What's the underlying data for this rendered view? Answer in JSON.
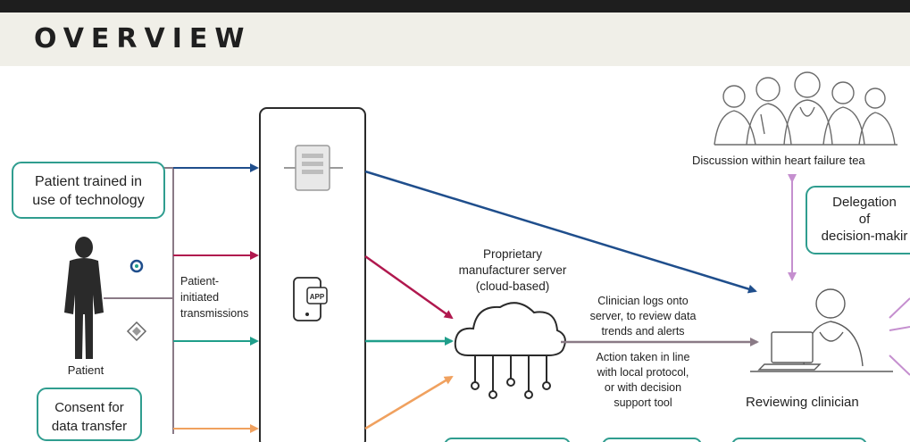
{
  "header": {
    "title": "OVERVIEW"
  },
  "diagram": {
    "patient_trained": [
      "Patient trained in",
      "use of technology"
    ],
    "patient": "Patient",
    "consent": [
      "Consent for",
      "data transfer"
    ],
    "patient_initiated": [
      "Patient-",
      "initiated",
      "transmissions"
    ],
    "server_label": [
      "Proprietary",
      "manufacturer server",
      "(cloud-based)"
    ],
    "clinician_logs": [
      "Clinician logs onto",
      "server, to review data",
      "trends and alerts"
    ],
    "action_taken": [
      "Action taken in line",
      "with local protocol,",
      "or with decision",
      "support tool"
    ],
    "discussion": "Discussion within heart failure tea",
    "delegation": [
      "Delegation",
      "of",
      "decision-makir"
    ],
    "reviewing": "Reviewing clinician",
    "app_label": "APP",
    "colors": {
      "teal": "#2f9d8f",
      "blue": "#1f4e8c",
      "crimson": "#b0184e",
      "green": "#1f9e8a",
      "orange": "#f0a15f",
      "purple": "#c58fcf",
      "gray_arrow": "#8a7a86"
    }
  }
}
